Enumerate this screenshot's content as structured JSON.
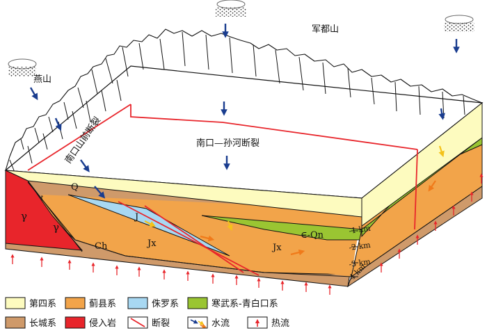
{
  "mountains": {
    "yanshan": "燕山",
    "jundushan": "军都山"
  },
  "faults": {
    "nankou_front": "南口山前断裂",
    "nankou_sunhe": "南口—孙河断裂"
  },
  "strata_labels": {
    "Q": "Q",
    "J": "J",
    "Jx_left": "Jx",
    "Jx_right": "Jx",
    "Ch": "Ch",
    "Qn": "∈-Qn",
    "gamma1": "γ",
    "gamma2": "γ"
  },
  "depth_labels": [
    "-1 km",
    "-2 km",
    "-3 km",
    "-4 km"
  ],
  "legend": [
    {
      "label": "第四系",
      "color": "#fdfbbf",
      "type": "swatch"
    },
    {
      "label": "蓟县系",
      "color": "#f2a44a",
      "type": "swatch"
    },
    {
      "label": "侏罗系",
      "color": "#a8d8f2",
      "type": "swatch"
    },
    {
      "label": "寒武系-青白口系",
      "color": "#9ac532",
      "type": "swatch"
    },
    {
      "label": "长城系",
      "color": "#cf9a6a",
      "type": "swatch"
    },
    {
      "label": "侵入岩",
      "color": "#e8252b",
      "type": "swatch"
    },
    {
      "label": "断裂",
      "color": "#e8252b",
      "type": "fault-line"
    },
    {
      "label": "水流",
      "color": "#1a3d8f",
      "type": "water-flow"
    },
    {
      "label": "热流",
      "color": "#e8252b",
      "type": "heat-flow"
    }
  ],
  "colors": {
    "quaternary": "#fdfbbf",
    "jixian": "#f2a44a",
    "jurassic": "#a8d8f2",
    "cambrian": "#9ac532",
    "changcheng": "#cf9a6a",
    "intrusive": "#e8252b",
    "water": "#1a3d8f",
    "heat": "#e8252b"
  }
}
